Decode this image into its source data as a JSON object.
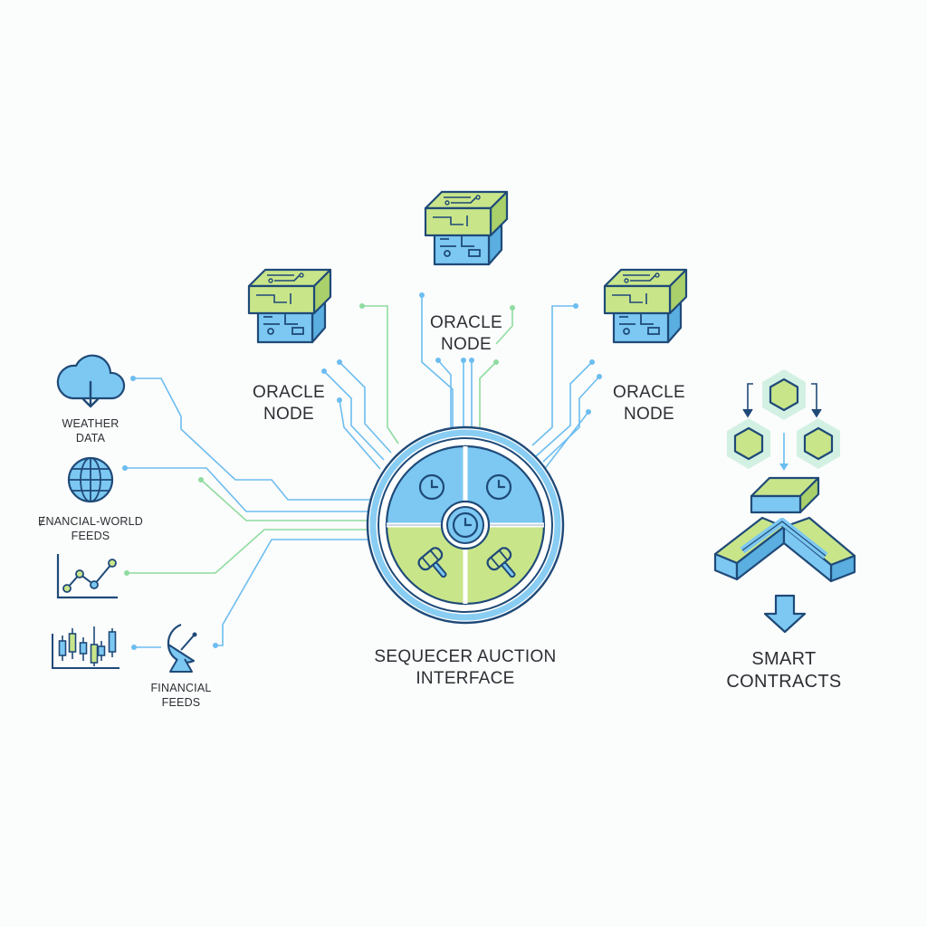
{
  "colors": {
    "blue": "#7cc8f2",
    "green": "#c9e58a",
    "outline": "#1f4a78",
    "line_blue": "#6cbdf0",
    "line_green": "#8fdca0",
    "hex_glow": "#d3f1e3",
    "text": "#2b2f33"
  },
  "oracle_nodes": [
    {
      "label_line1": "ORACLE",
      "label_line2": "NODE"
    },
    {
      "label_line1": "ORACLE",
      "label_line2": "NODE"
    },
    {
      "label_line1": "ORACLE",
      "label_line2": "NODE"
    }
  ],
  "sources": {
    "weather": {
      "line1": "WEATHER",
      "line2": "DATA",
      "icon": "cloud-download-icon"
    },
    "world_feeds": {
      "line1": "ɆNANCIAL-WORLD",
      "line2": "FEEDS",
      "icon": "globe-icon"
    },
    "line_chart": {
      "icon": "line-chart-icon"
    },
    "candlestick": {
      "icon": "candlestick-chart-icon"
    },
    "satellite": {
      "line1": "FINANCIAL",
      "line2": "FEEDS",
      "icon": "satellite-dish-icon"
    }
  },
  "auction": {
    "line1": "SEQUECER AUCTION",
    "line2": "INTERFACE",
    "icons": [
      "clock-icon",
      "clock-icon",
      "clock-icon",
      "gavel-icon",
      "gavel-icon"
    ]
  },
  "contracts": {
    "line1": "SMART",
    "line2": "CONTRACTS",
    "icons": [
      "hexagon-icon",
      "hexagon-icon",
      "hexagon-icon",
      "cross-block-icon",
      "down-arrow-icon"
    ]
  }
}
